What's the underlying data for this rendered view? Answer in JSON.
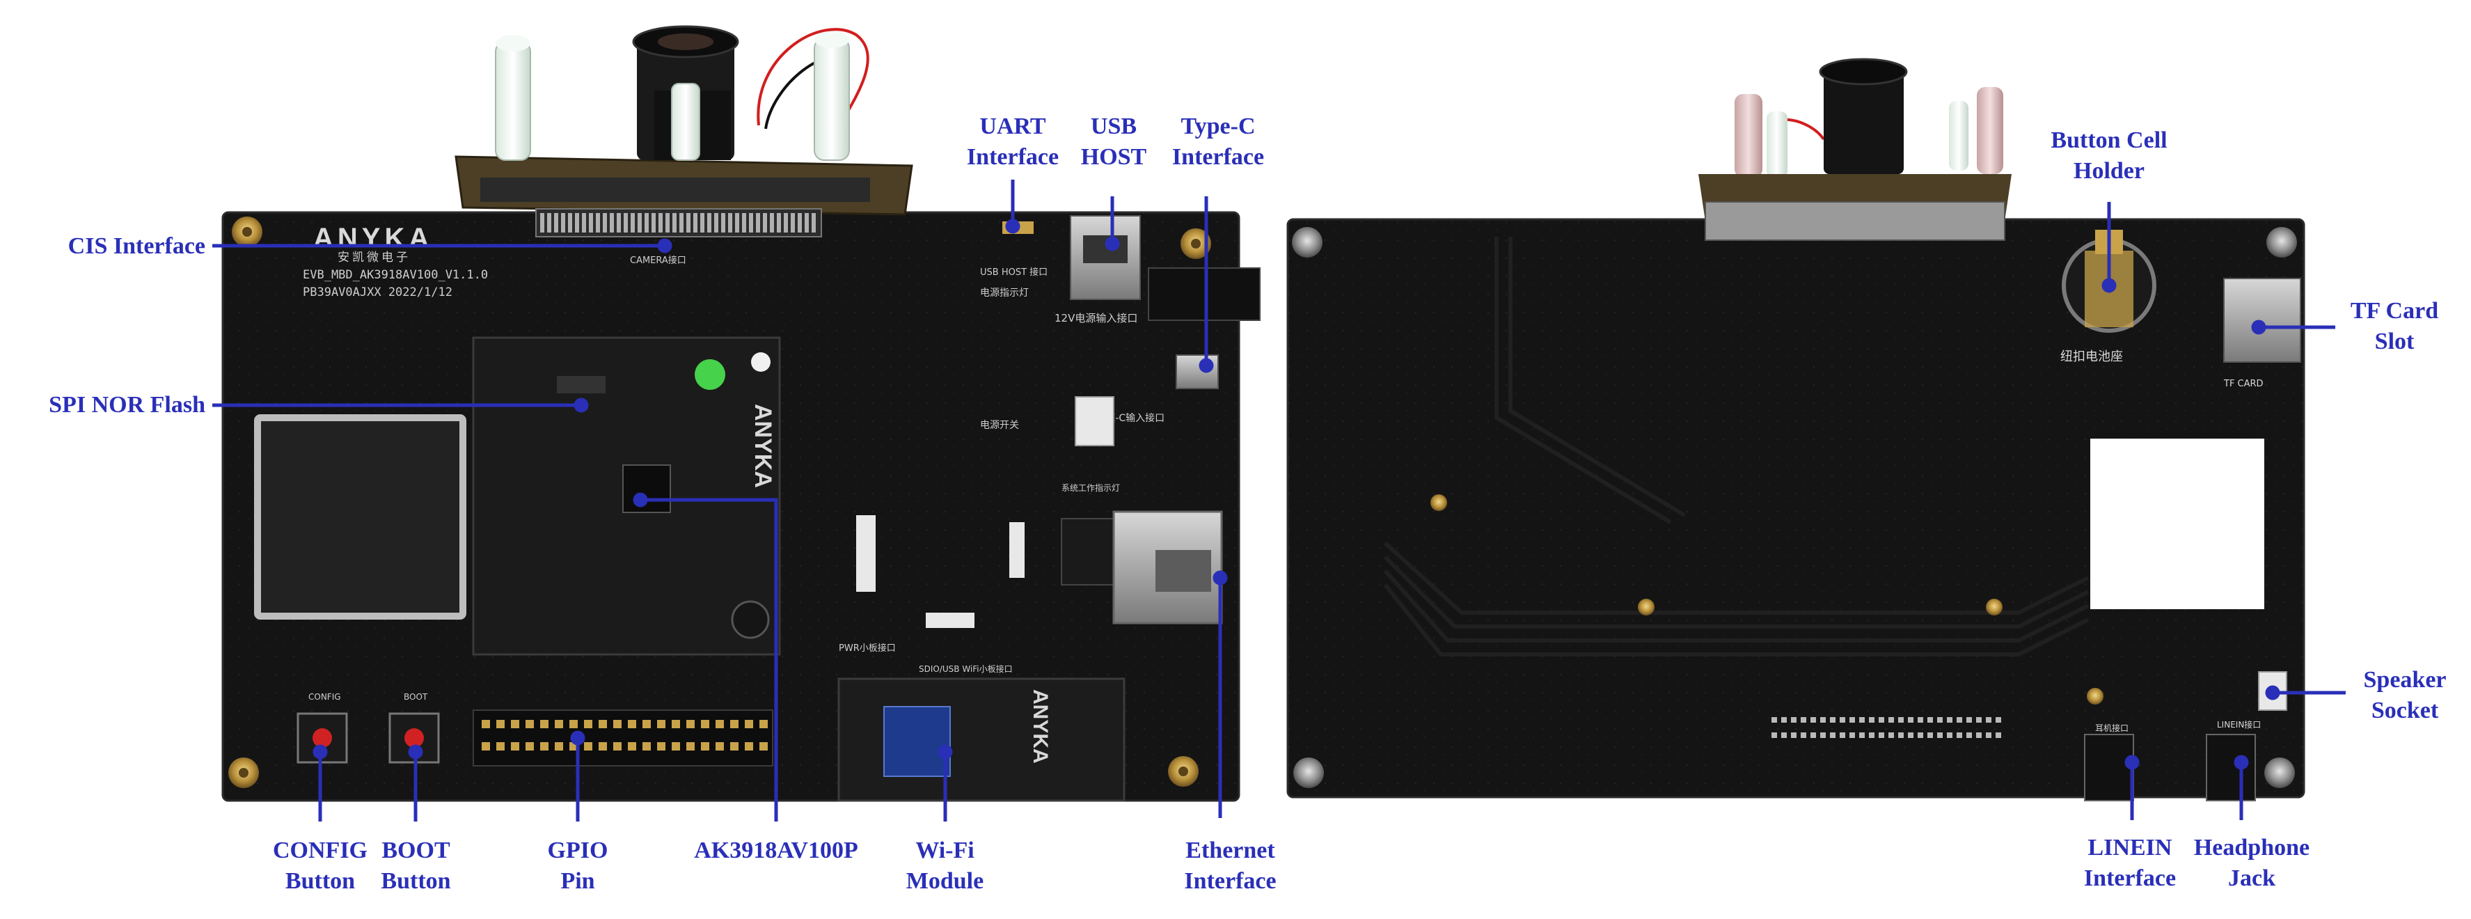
{
  "front_board": {
    "brand": "ANYKA",
    "brand_cn": "安凯微电子",
    "model": "EVB_MBD_AK3918AV100_V1.1.0",
    "serial": "PB39AV0AJXX  2022/1/12",
    "module_brand": "ANYKA",
    "wifi_brand": "ANYKA",
    "silk": {
      "camera": "CAMERA接口",
      "power_led": "电源指示灯",
      "dc_in": "12V电源输入接口",
      "power_switch": "电源开关",
      "typec_in": "5V TYPE-C输入接口",
      "usb_host": "USB HOST 接口",
      "pwr_board": "PWR小板接口",
      "wifi_board": "SDIO/USB WiFi小板接口",
      "sys_led": "系统工作指示灯",
      "config": "CONFIG",
      "boot": "BOOT"
    }
  },
  "back_board": {
    "silk": {
      "button_cell": "纽扣电池座",
      "tf_card": "TF CARD",
      "linein": "LINEIN接口",
      "headphone": "耳机接口"
    }
  },
  "labels": {
    "cis": [
      "CIS Interface"
    ],
    "spi": [
      "SPI NOR Flash"
    ],
    "uart": [
      "UART",
      "Interface"
    ],
    "usb_host": [
      "USB",
      "HOST"
    ],
    "typec": [
      "Type-C",
      "Interface"
    ],
    "ethernet": [
      "Ethernet",
      "Interface"
    ],
    "config": [
      "CONFIG",
      "Button"
    ],
    "boot": [
      "BOOT",
      "Button"
    ],
    "gpio": [
      "GPIO",
      "Pin"
    ],
    "soc": [
      "AK3918AV100P"
    ],
    "wifi": [
      "Wi-Fi",
      "Module"
    ],
    "button_cell": [
      "Button Cell",
      "Holder"
    ],
    "tf_card": [
      "TF Card",
      "Slot"
    ],
    "speaker": [
      "Speaker",
      "Socket"
    ],
    "linein": [
      "LINEIN",
      "Interface"
    ],
    "headphone": [
      "Headphone",
      "Jack"
    ]
  },
  "colors": {
    "label": "#2a2fb8",
    "pcb": "#141414",
    "pcb_edge": "#242424",
    "trace": "#1d1d1d",
    "gold": "#c8a34a",
    "silver": "#b9b9b9",
    "header_pcb": "#5a4a2c",
    "led_green": "#46d24a"
  }
}
